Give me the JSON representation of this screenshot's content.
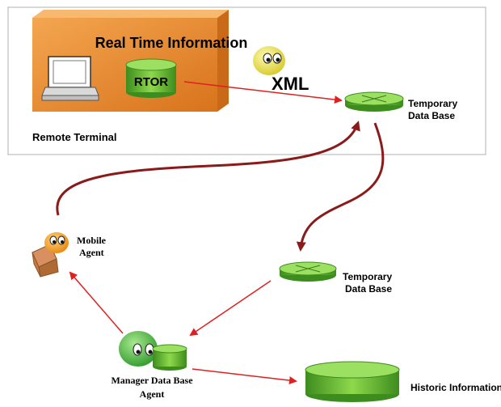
{
  "remote_box": {
    "title": "Real Time Information",
    "cylinder_label": "RTOR",
    "caption": "Remote Terminal"
  },
  "xml_label": "XML",
  "temp_db_top": {
    "line1": "Temporary",
    "line2": "Data Base"
  },
  "temp_db_mid": {
    "line1": "Temporary",
    "line2": "Data Base"
  },
  "mobile_agent": {
    "line1": "Mobile",
    "line2": "Agent"
  },
  "manager_agent": {
    "line1": "Manager Data Base",
    "line2": "Agent"
  },
  "historic_label": "Historic Information",
  "colors": {
    "orange_box": "#e88a2e",
    "green_db": "#5cb82e",
    "red_arrow": "#e02020",
    "dark_red_curve": "#8b1a1a",
    "face_yellow": "#f2e84a",
    "face_orange": "#f5a020",
    "face_green": "#4fb84a"
  }
}
